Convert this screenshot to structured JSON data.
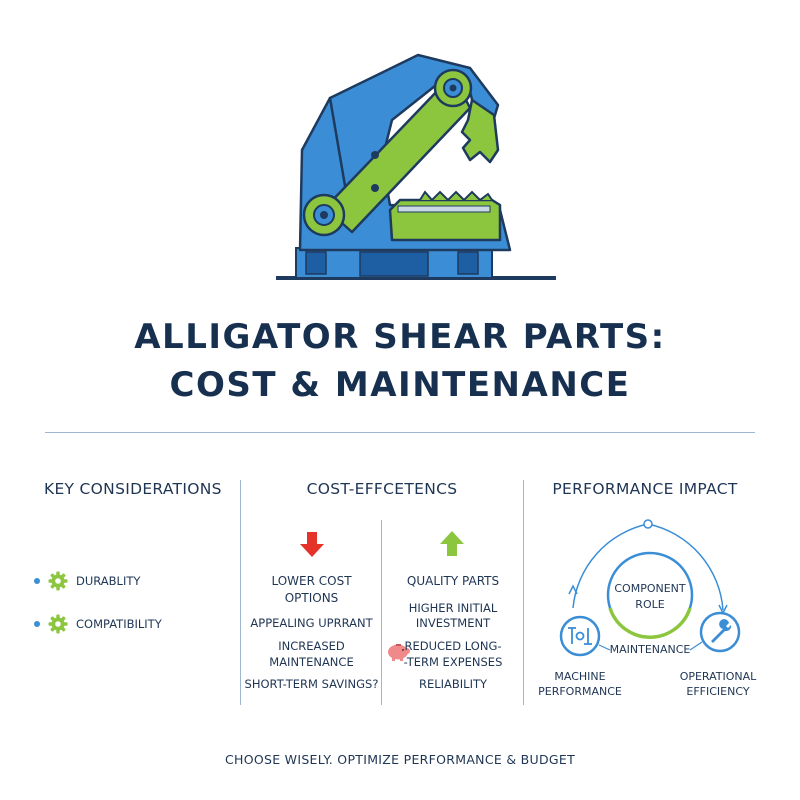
{
  "title": {
    "line1": "ALLIGATOR SHEAR PARTS:",
    "line2": "COST & MAINTENANCE"
  },
  "colors": {
    "blue": "#3b8ed6",
    "dark_blue": "#1e3a5f",
    "green": "#8cc63f",
    "red": "#e5332a",
    "divider": "#9db8d3"
  },
  "key_considerations": {
    "heading": "KEY CONSIDERATIONS",
    "items": [
      {
        "label": "DURABLITY",
        "icon": "gear-icon"
      },
      {
        "label": "COMPATIBILITY",
        "icon": "gear-icon"
      }
    ]
  },
  "cost_effectiveness": {
    "heading": "COST-EFFCETENCS",
    "lower": {
      "icon": "arrow-down-icon",
      "title_line1": "LOWER COST",
      "title_line2": "OPTIONS",
      "points": [
        "APPEALING UPRRANT",
        "INCREASED",
        "MAINTENANCE",
        "SHORT-TERM SAVINGS?"
      ]
    },
    "quality": {
      "icon": "arrow-up-icon",
      "title": "QUALITY PARTS",
      "points": [
        "HIGHER INITIAL",
        "INVESTMENT",
        "REDUCED LONG-",
        "-TERM EXPENSES",
        "RELIABILITY"
      ],
      "savings_icon": "piggy-bank-icon"
    }
  },
  "performance_impact": {
    "heading": "PERFORMANCE IMPACT",
    "center_line1": "COMPONENT",
    "center_line2": "ROLE",
    "maintenance": "MAINTENANCE",
    "machine_line1": "MACHINE",
    "machine_line2": "PERFORMANCE",
    "efficiency_line1": "OPERATIONAL",
    "efficiency_line2": "EFFICIENCY"
  },
  "footer": "CHOOSE WISELY. OPTIMIZE PERFORMANCE & BUDGET"
}
